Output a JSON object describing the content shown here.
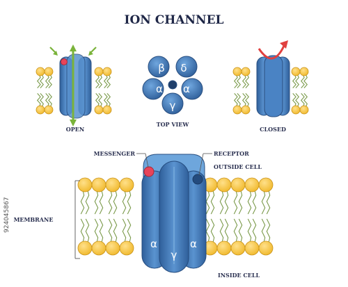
{
  "title": "ION CHANNEL",
  "panels": {
    "open": "OPEN",
    "top_view": "TOP VIEW",
    "closed": "CLOSED"
  },
  "top_view_subunits": [
    "β",
    "δ",
    "α",
    "α",
    "γ"
  ],
  "main": {
    "messenger": "MESSENGER",
    "receptor": "RECEPTOR",
    "outside_cell": "OUTSIDE CELL",
    "membrane": "MEMBRANE",
    "inside_cell": "INSIDE CELL",
    "subunit_left": "α",
    "subunit_center": "γ",
    "subunit_right": "α"
  },
  "side_text": "924045867",
  "colors": {
    "channel_dark": "#2f5f9a",
    "channel_mid": "#4a83c4",
    "channel_light": "#7eb0e0",
    "lipid_head": "#f5c43a",
    "lipid_head_stroke": "#c8921a",
    "lipid_tail": "#7a9a4a",
    "messenger": "#e8445a",
    "arrow_green": "#7ab33a",
    "arrow_red": "#e0403f"
  }
}
